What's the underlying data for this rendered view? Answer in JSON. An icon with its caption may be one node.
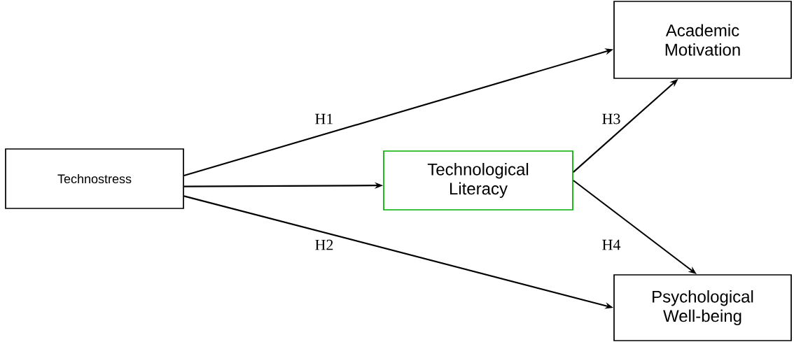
{
  "diagram": {
    "nodes": [
      {
        "text": [
          "Technostress"
        ]
      },
      {
        "text": [
          "Academic Motivation"
        ]
      },
      {
        "text": [
          "Technological Literacy"
        ]
      },
      {
        "text": [
          "Psychological Well-being"
        ]
      }
    ],
    "edges": [
      {
        "from": 0,
        "to": 1,
        "arrow": "to",
        "label": "H1"
      },
      {
        "from": 0,
        "to": 2,
        "arrow": "to"
      },
      {
        "from": 0,
        "to": 3,
        "arrow": "to",
        "label": "H2"
      },
      {
        "from": 2,
        "to": 1,
        "arrow": "to",
        "label": "H3"
      },
      {
        "from": 2,
        "to": 3,
        "arrow": "to",
        "label": "H4"
      }
    ]
  }
}
